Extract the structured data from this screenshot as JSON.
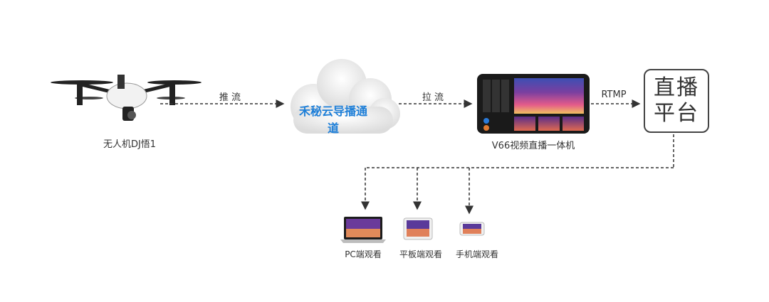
{
  "nodes": {
    "drone": "无人机DJ悟1",
    "cloud": "禾秘云导播通道",
    "encoder": "V66视频直播一体机",
    "platform_line1": "直播",
    "platform_line2": "平台",
    "pc": "PC端观看",
    "tablet": "平板端观看",
    "phone": "手机端观看"
  },
  "edges": {
    "push": "推 流",
    "pull": "拉 流",
    "rtmp": "RTMP"
  },
  "colors": {
    "cloud_text": "#1e7fd8",
    "arrow": "#333333",
    "box_border": "#444444"
  }
}
